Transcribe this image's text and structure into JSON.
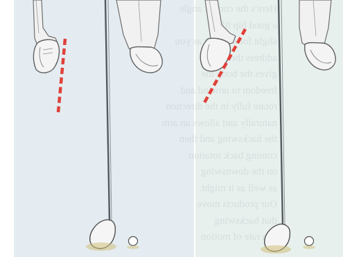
{
  "image_alt": "",
  "panels": [
    {
      "id": "left"
    },
    {
      "id": "right"
    }
  ],
  "bleed_through_lines": [
    "Here's the correct angle",
    "a good hip tilt: a",
    "slight forward tilt as you",
    "address the ball. It",
    "gives the body the",
    "freedom to unwind and",
    "rotate fully in the direction",
    "naturally and allows an arm",
    "the backswing and then",
    "coming back rotation",
    "on the downswing",
    "as well as it might.",
    "Our products move",
    "that backswing",
    "at a rate of motion"
  ],
  "colors": {
    "guide_line": "#e0403a",
    "club_shaft": "#555a5e",
    "panel_left_bg": "#e4ecf1",
    "panel_right_bg": "#e8f0ed"
  }
}
